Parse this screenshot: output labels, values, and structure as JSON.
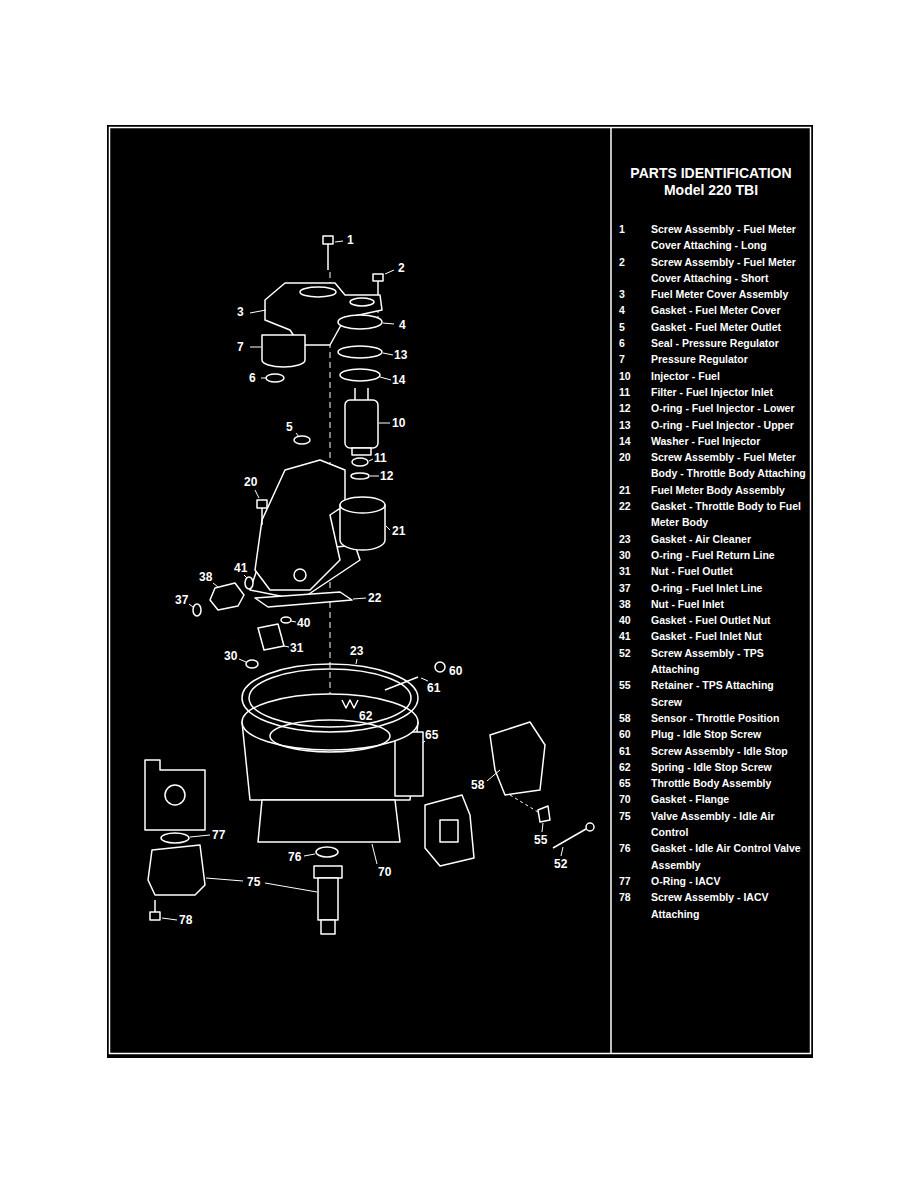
{
  "diagram": {
    "title": "PARTS IDENTIFICATION Model 220 TBI",
    "labels": [
      "1",
      "2",
      "3",
      "4",
      "7",
      "13",
      "6",
      "14",
      "5",
      "10",
      "11",
      "12",
      "20",
      "21",
      "41",
      "38",
      "22",
      "37",
      "40",
      "31",
      "30",
      "23",
      "60",
      "61",
      "62",
      "65",
      "58",
      "77",
      "55",
      "52",
      "75",
      "76",
      "70",
      "78",
      "1",
      "Screw Assembly - Fuel Meter Cover Attaching - Long",
      "2",
      "Screw Assembly - Fuel Meter Cover Attaching - Short",
      "3",
      "Fuel Meter Cover Assembly",
      "4",
      "Gasket - Fuel Meter Cover",
      "5",
      "Gasket - Fuel Meter Outlet",
      "6",
      "Seal - Pressure Regulator",
      "7",
      "Pressure Regulator",
      "10",
      "Injector - Fuel",
      "11",
      "Filter - Fuel Injector Inlet",
      "12",
      "O-ring - Fuel Injector - Lower",
      "13",
      "O-ring - Fuel Injector - Upper",
      "14",
      "Washer - Fuel Injector",
      "20",
      "Screw Assembly - Fuel Meter Body - Throttle Body Attaching",
      "21",
      "Fuel Meter Body Assembly",
      "22",
      "Gasket - Throttle Body to Fuel Meter Body",
      "23",
      "Gasket - Air Cleaner",
      "30",
      "O-ring - Fuel Return Line",
      "31",
      "Nut - Fuel Outlet",
      "37",
      "O-ring - Fuel Inlet Line",
      "38",
      "Nut - Fuel Inlet",
      "40",
      "Gasket - Fuel Outlet Nut",
      "41",
      "Gasket - Fuel Inlet Nut",
      "52",
      "Screw Assembly - TPS Attaching",
      "55",
      "Retainer - TPS Attaching Screw",
      "58",
      "Sensor - Throttle Position",
      "60",
      "Plug - Idle Stop Screw",
      "61",
      "Screw Assembly - Idle Stop",
      "62",
      "Spring - Idle Stop Screw",
      "65",
      "Throttle Body Assembly",
      "70",
      "Gasket - Flange",
      "75",
      "Valve Assembly - Idle Air Control",
      "76",
      "Gasket - Idle Air Control Valve Assembly",
      "77",
      "O-Ring - IACV",
      "78",
      "Screw Assembly - IACV Attaching"
    ]
  }
}
